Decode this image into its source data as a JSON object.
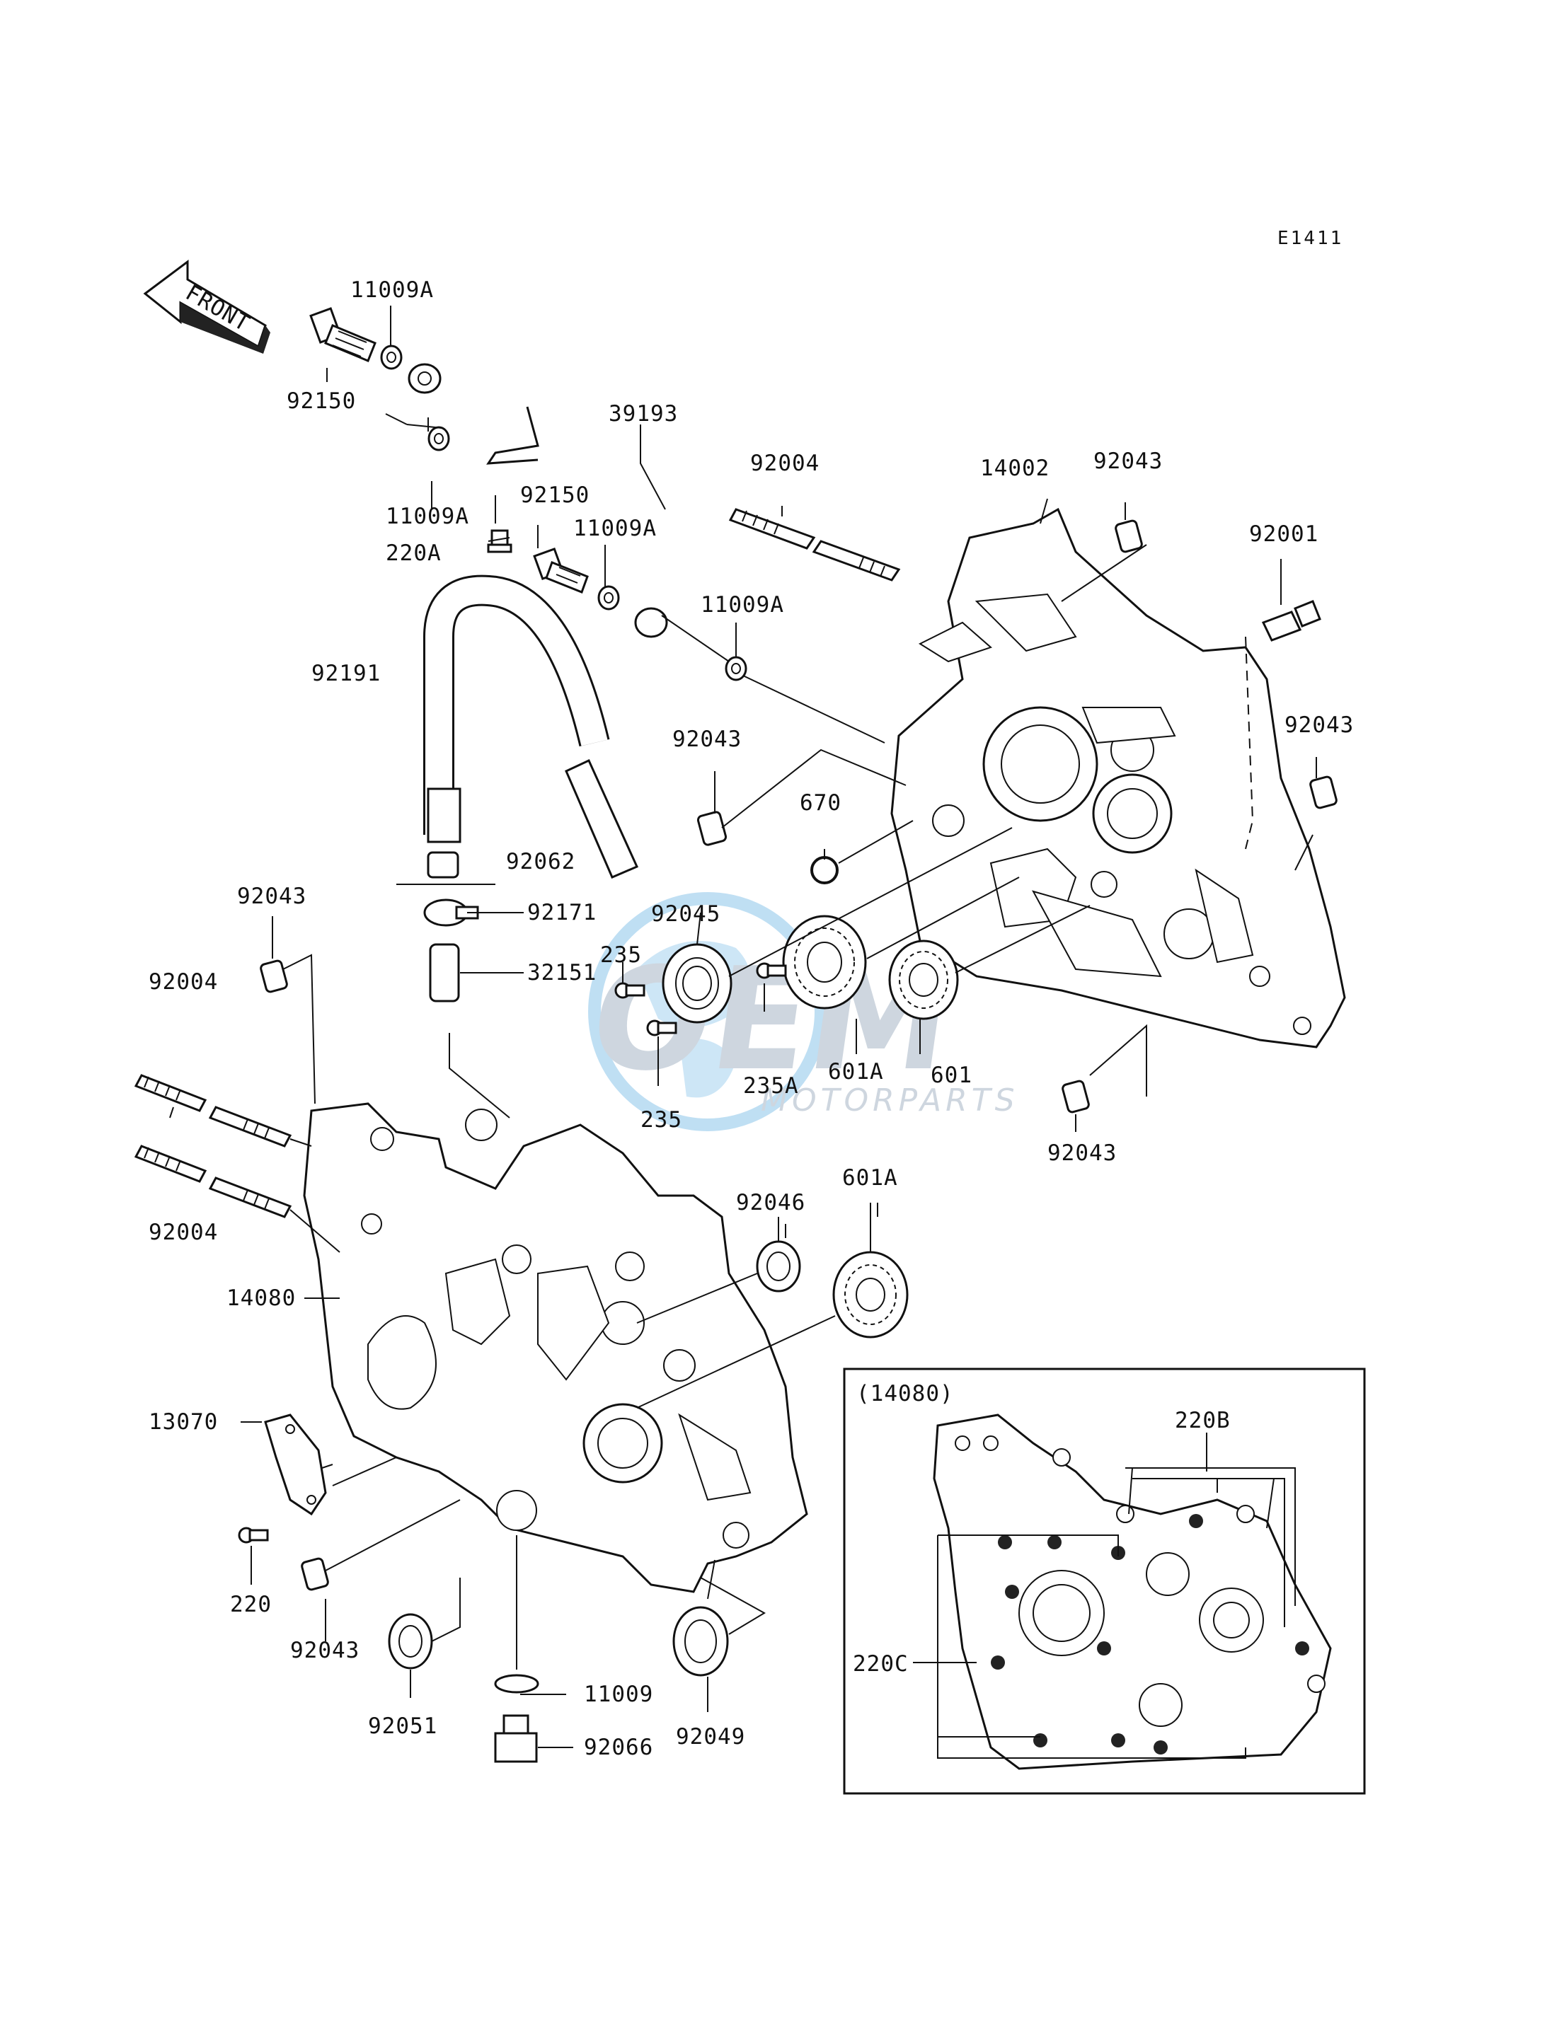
{
  "diagram_code": "E1411",
  "front_arrow_label": "FRONT",
  "watermark": {
    "brand": "OEM",
    "sub": "MOTORPARTS",
    "globe_color": "#b9dcf2",
    "text_color": "#c9d2dc"
  },
  "inset": {
    "caption": "(14080)"
  },
  "part_labels": {
    "p11009A_a": "11009A",
    "p92150_a": "92150",
    "p39193": "39193",
    "p11009A_b": "11009A",
    "p92150_b": "92150",
    "p220A": "220A",
    "p11009A_c": "11009A",
    "p11009A_d": "11009A",
    "p92004_a": "92004",
    "p14002": "14002",
    "p92043_a": "92043",
    "p92001": "92001",
    "p92191": "92191",
    "p92043_b": "92043",
    "p670": "670",
    "p92043_c": "92043",
    "p92062": "92062",
    "p92171": "92171",
    "p92043_d": "92043",
    "p92045": "92045",
    "p235_a": "235",
    "p32151": "32151",
    "p92004_b": "92004",
    "p235A": "235A",
    "p601A_a": "601A",
    "p601": "601",
    "p235_b": "235",
    "p92043_e": "92043",
    "p92004_c": "92004",
    "p92046": "92046",
    "p601A_b": "601A",
    "p14080": "14080",
    "p13070": "13070",
    "p220": "220",
    "p92043_f": "92043",
    "p11009": "11009",
    "p92051": "92051",
    "p92049": "92049",
    "p92066": "92066",
    "p220B": "220B",
    "p220C": "220C"
  }
}
